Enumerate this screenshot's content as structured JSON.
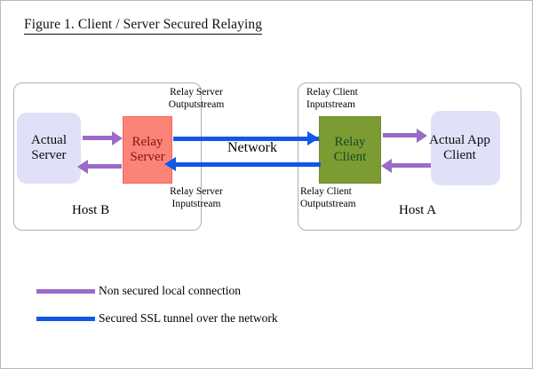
{
  "figure": {
    "title": "Figure 1. Client / Server Secured Relaying"
  },
  "colors": {
    "local_connection": "#9a6bc8",
    "ssl_tunnel": "#1158e8",
    "relay_server_fill": "#fb8377",
    "relay_server_text": "#8a0f16",
    "relay_client_fill": "#7d9b33",
    "relay_client_text": "#0f4d22",
    "endpoint_fill": "#e0e0f8",
    "host_border": "#b9b09a"
  },
  "hosts": [
    {
      "id": "host-b",
      "label": "Host B"
    },
    {
      "id": "host-a",
      "label": "Host A"
    }
  ],
  "nodes": {
    "actual_server": "Actual\nServer",
    "relay_server": "Relay\nServer",
    "relay_client": "Relay\nClient",
    "actual_app_client": "Actual App\nClient"
  },
  "stream_labels": {
    "relay_server_outputstream": "Relay Server\nOutputstream",
    "relay_server_inputstream": "Relay Server\nInputstream",
    "relay_client_inputstream": "Relay Client\nInputstream",
    "relay_client_outputstream": "Relay Client\nOutputstream"
  },
  "network": {
    "label": "Network"
  },
  "legend": {
    "items": [
      {
        "id": "local",
        "color": "#9a6bc8",
        "label": "Non secured local connection"
      },
      {
        "id": "ssl",
        "color": "#1158e8",
        "label": "Secured SSL tunnel over the network"
      }
    ]
  }
}
